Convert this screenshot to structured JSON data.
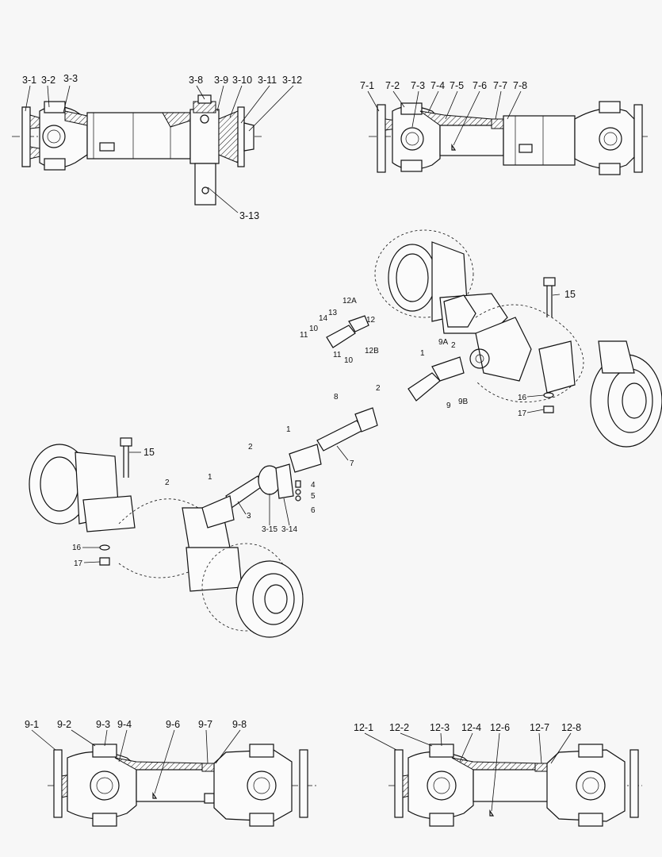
{
  "callouts_top_left": [
    "3-1",
    "3-2",
    "3-3",
    "3-8",
    "3-9",
    "3-10",
    "3-11",
    "3-12",
    "3-13"
  ],
  "callouts_top_right": [
    "7-1",
    "7-2",
    "7-3",
    "7-4",
    "7-5",
    "7-6",
    "7-7",
    "7-8"
  ],
  "callouts_bottom_left": [
    "9-1",
    "9-2",
    "9-3",
    "9-4",
    "9-6",
    "9-7",
    "9-8"
  ],
  "callouts_bottom_right": [
    "12-1",
    "12-2",
    "12-3",
    "12-4",
    "12-6",
    "12-7",
    "12-8"
  ],
  "callouts_middle": [
    "12A",
    "14",
    "13",
    "12",
    "10",
    "11",
    "12B",
    "11",
    "10",
    "1",
    "9A",
    "2",
    "9",
    "9B",
    "15",
    "16",
    "17",
    "8",
    "2",
    "7",
    "1",
    "2",
    "15",
    "1",
    "2",
    "3",
    "3-15",
    "3-14",
    "4",
    "5",
    "6",
    "16",
    "17"
  ]
}
